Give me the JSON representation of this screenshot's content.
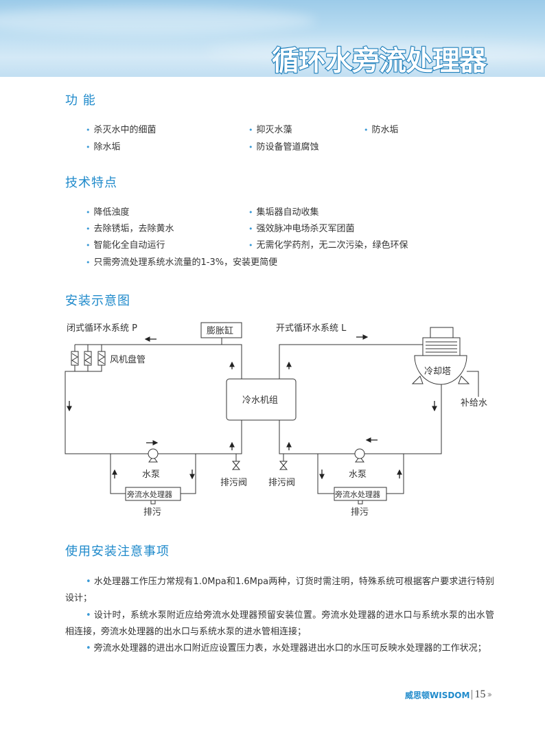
{
  "header": {
    "title": "循环水旁流处理器"
  },
  "sections": {
    "functions": {
      "heading": "功 能",
      "items": [
        "杀灭水中的细菌",
        "抑灭水藻",
        "防水垢",
        "除水垢",
        "防设备管道腐蚀"
      ]
    },
    "features": {
      "heading": "技术特点",
      "items": [
        "降低浊度",
        "集垢器自动收集",
        "去除锈垢，去除黄水",
        "强效脉冲电场杀灭军团菌",
        "智能化全自动运行",
        "无需化学药剂，无二次污染，绿色环保",
        "只需旁流处理系统水流量的1-3%，安装更简便"
      ]
    },
    "diagram": {
      "heading": "安装示意图",
      "labels": {
        "closed_system": "闭式循环水系统 P",
        "open_system": "开式循环水系统 L",
        "expansion_tank": "膨胀缸",
        "fan_coil": "风机盘管",
        "chiller": "冷水机组",
        "cooling_tower": "冷却塔",
        "makeup_water": "补给水",
        "pump": "水泵",
        "drain_valve": "排污阀",
        "bypass_processor": "旁流水处理器",
        "drain": "排污"
      }
    },
    "notes": {
      "heading": "使用安装注意事项",
      "paragraphs": [
        "水处理器工作压力常规有1.0Mpa和1.6Mpa两种，订货时需注明，特殊系统可根据客户要求进行特别设计；",
        "设计时，系统水泵附近应给旁流水处理器预留安装位置。旁流水处理器的进水口与系统水泵的出水管相连接，旁流水处理器的出水口与系统水泵的进水管相连接；",
        "旁流水处理器的进出水口附近应设置压力表，水处理器进出水口的水压可反映水处理器的工作状况；"
      ]
    }
  },
  "footer": {
    "brand": "威思顿WISDOM",
    "page": "15"
  }
}
